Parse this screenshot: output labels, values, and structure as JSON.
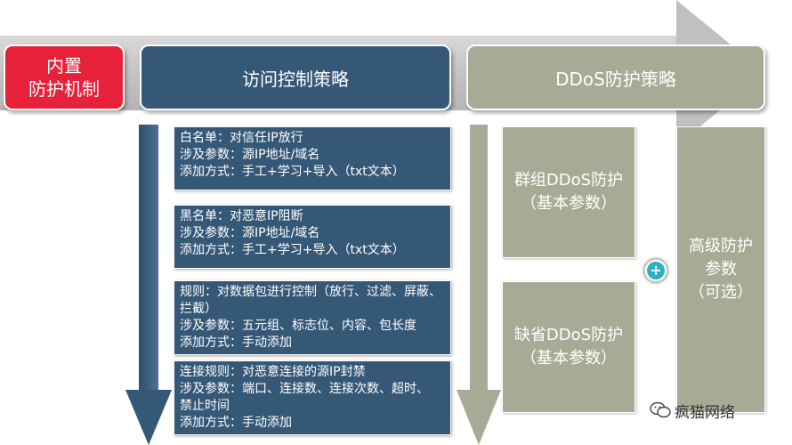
{
  "stages": {
    "builtin": "内置\n防护机制",
    "access_control": "访问控制策略",
    "ddos": "DDoS防护策略"
  },
  "rules": [
    {
      "lines": [
        "白名单：对信任IP放行",
        "涉及参数：源IP地址/域名",
        "添加方式：手工+学习+导入（txt文本）"
      ]
    },
    {
      "lines": [
        "黑名单：对恶意IP阻断",
        "涉及参数：源IP地址/域名",
        "添加方式：手工+学习+导入（txt文本）"
      ]
    },
    {
      "lines": [
        "规则：对数据包进行控制（放行、过滤、屏蔽、",
        "拦截）",
        "涉及参数：五元组、标志位、内容、包长度",
        "添加方式：手动添加"
      ]
    },
    {
      "lines": [
        "连接规则：对恶意连接的源IP封禁",
        "涉及参数：端口、连接数、连接次数、超时、",
        "禁止时间",
        "添加方式：手动添加"
      ]
    }
  ],
  "ddos_boxes": {
    "group": [
      "群组DDoS防护",
      "（基本参数）"
    ],
    "default": [
      "缺省DDoS防护",
      "（基本参数）"
    ],
    "advanced": [
      "高级防护",
      "参数",
      "（可选）"
    ]
  },
  "watermark": "疯猫网络",
  "colors": {
    "red": "#e8213a",
    "blue": "#365877",
    "gray": "#a7aa95",
    "plus": "#2bb0c9"
  }
}
